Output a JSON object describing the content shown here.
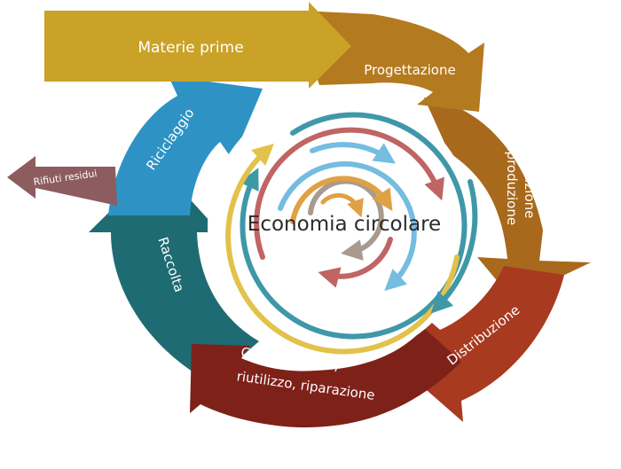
{
  "diagram": {
    "center_label": "Economia circolare",
    "stages": {
      "materie_prime": "Materie prime",
      "progettazione": "Progettazione",
      "produzione_line1": "Produzione",
      "produzione_line2": "Riproduzione",
      "distribuzione": "Distribuzione",
      "consumo_line1": "Consumo, uso,",
      "consumo_line2": "riutilizzo, riparazione",
      "raccolta": "Raccolta",
      "riciclaggio": "Riciclaggio",
      "rifiuti_residui": "Rifiuti residui"
    },
    "colors": {
      "materie_prime": "#c9a227",
      "progettazione": "#b47a1f",
      "produzione": "#a8691c",
      "distribuzione": "#a83a20",
      "consumo": "#7e2119",
      "raccolta": "#1f6b73",
      "riciclaggio": "#2e93c4",
      "rifiuti_residui": "#8d5c5f",
      "inner_teal": "#3f98a8",
      "inner_yellow": "#e2c24a",
      "inner_red": "#c06464",
      "inner_blue": "#74bde0",
      "inner_gray": "#a89a8e",
      "inner_orange": "#e0a044"
    }
  }
}
